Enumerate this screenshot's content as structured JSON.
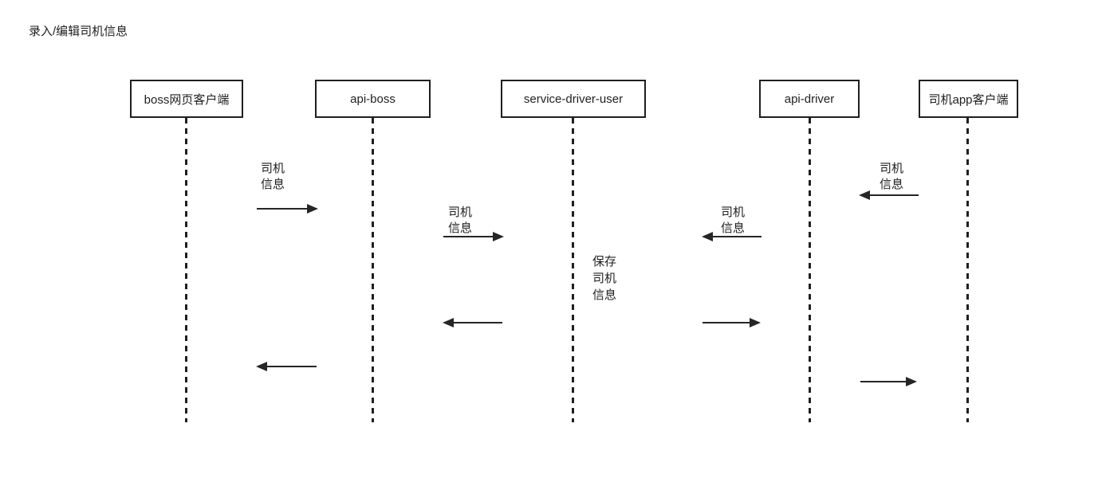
{
  "title": "录入/编辑司机信息",
  "colors": {
    "line": "#1f1f1f",
    "arrow": "#262626",
    "background": "#ffffff"
  },
  "actors": [
    {
      "id": "boss-web-client",
      "label": "boss网页客户端"
    },
    {
      "id": "api-boss",
      "label": "api-boss"
    },
    {
      "id": "service-driver-user",
      "label": "service-driver-user"
    },
    {
      "id": "api-driver",
      "label": "api-driver"
    },
    {
      "id": "driver-app-client",
      "label": "司机app客户端"
    }
  ],
  "messages": [
    {
      "label": "司机\n信息",
      "from": "boss-web-client",
      "to": "api-boss",
      "direction": "right"
    },
    {
      "label": "司机\n信息",
      "from": "api-boss",
      "to": "service-driver-user",
      "direction": "right"
    },
    {
      "label": "司机\n信息",
      "from": "api-driver",
      "to": "service-driver-user",
      "direction": "left"
    },
    {
      "label": "司机\n信息",
      "from": "driver-app-client",
      "to": "api-driver",
      "direction": "left"
    },
    {
      "label": "",
      "from": "service-driver-user",
      "to": "api-boss",
      "direction": "left"
    },
    {
      "label": "",
      "from": "service-driver-user",
      "to": "api-driver",
      "direction": "right"
    },
    {
      "label": "",
      "from": "api-boss",
      "to": "boss-web-client",
      "direction": "left"
    },
    {
      "label": "",
      "from": "api-driver",
      "to": "driver-app-client",
      "direction": "right"
    }
  ],
  "note": {
    "label": "保存\n司机\n信息"
  }
}
